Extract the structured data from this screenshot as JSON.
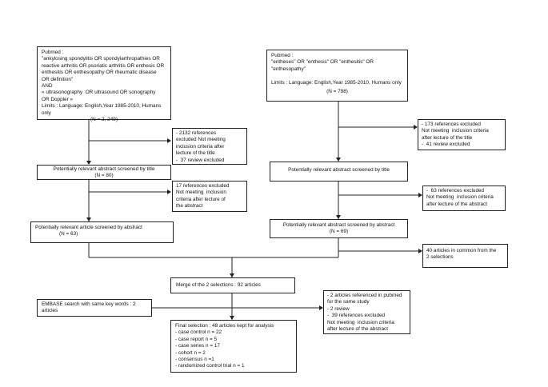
{
  "boxes": {
    "pubmed_left": {
      "lines": [
        "Pubmed :",
        "\"ankylosing spondylitis OR spondylarthropathies OR",
        "reactive arthritis OR psoriatic arthritis OR enthesis OR",
        "enthesitis OR enthesopathy OR rheumatic disease",
        "OR definition\"",
        "AND",
        "« ultrasonography  OR ultrasound OR sonography",
        "OR Doppler »",
        "Limits : Language: English,Year 1985-2010, Humans",
        "only"
      ],
      "n": "(N = 2, 249)"
    },
    "pubmed_right": {
      "lines": [
        "Pubmed :",
        "\"entheses\" OR \"enthesis\" OR \"enthesitis\" OR \"enthesopathy\"",
        "",
        "Limits : Language: English,Year 1985-2010, Humans only"
      ],
      "n": "(N = 798)"
    },
    "excl_left_1": {
      "lines": [
        "- 2132 references",
        "excluded Not meeting",
        "inclusion criteria after",
        "lecture of the title",
        "-  37 review excluded"
      ]
    },
    "excl_right_1": {
      "lines": [
        "- 173 references excluded",
        "Not meeting  inclusion criteria",
        "after lecture of the title",
        "-  41 review excluded"
      ]
    },
    "title_left": {
      "label": "Potentially relevant abstract screened by title",
      "n": "(N = 80)"
    },
    "title_right": {
      "label": "Potentially relevant abstract screened by title"
    },
    "excl_left_2": {
      "lines": [
        "17 references excluded",
        "Not meeting  inclusion",
        "criteria after lecture of",
        "the abstract"
      ]
    },
    "excl_right_2": {
      "lines": [
        "-  63 references excluded",
        "Not meeting  inclusion criteria",
        "after lecture of the abstract"
      ]
    },
    "abstract_left": {
      "label": "Potentially relevant article screened by abstract",
      "n": "(N = 63)"
    },
    "abstract_right": {
      "label": "Potentially relevant abstract screened by abstract",
      "n": "(N = 69)"
    },
    "common": {
      "lines": [
        "40 articles in common from the",
        "2 selections"
      ]
    },
    "merge": {
      "label": "Merge of the 2 selections : 92 articles"
    },
    "embase": {
      "lines": [
        "EMBASE search with same key words : 2",
        "articles"
      ]
    },
    "excl_final": {
      "lines": [
        "- 2 articles referenced in pubmed",
        "for the same study",
        "- 2 review",
        "-  39 references excluded",
        "Not meeting  inclusion criteria",
        "after lecture of the abstract"
      ]
    },
    "final": {
      "lines": [
        "Final selection : 48 articles kept for analysis",
        "- case control n = 22",
        "- case report n = 5",
        "- case series n = 17",
        "- cohort n = 2",
        "- consensus n =1",
        "- randomized control trial n = 1"
      ]
    }
  }
}
